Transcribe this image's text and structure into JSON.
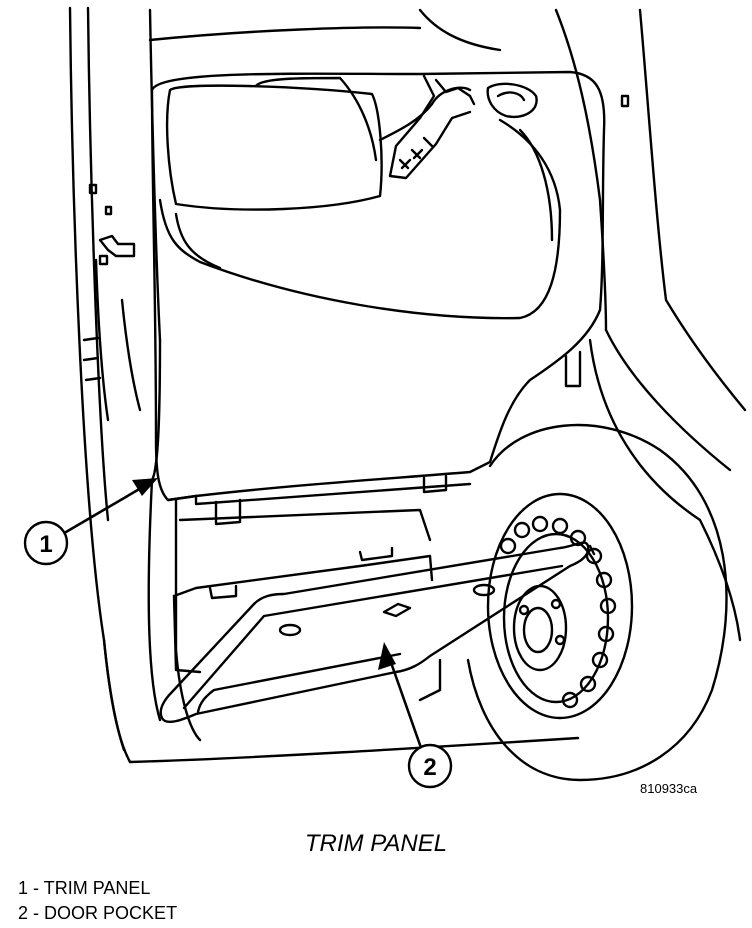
{
  "figure": {
    "figure_id": "810933ca",
    "title": "TRIM PANEL",
    "callouts": [
      {
        "number": "1"
      },
      {
        "number": "2"
      }
    ],
    "legend": [
      {
        "number": "1",
        "separator": "-",
        "text": "TRIM PANEL"
      },
      {
        "number": "2",
        "separator": "-",
        "text": "DOOR POCKET"
      }
    ]
  }
}
